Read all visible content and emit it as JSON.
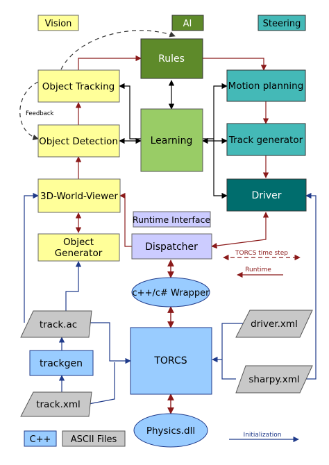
{
  "colors": {
    "vision": "#ffff99",
    "ai_dark": "#5e8a2a",
    "ai_light": "#99cc66",
    "steering": "#44b9b7",
    "driver": "#006d6d",
    "cpp": "#99ccff",
    "ascii": "#c8c8c8",
    "runtime": "#ccccff",
    "feedback_arrow": "#8b1a1a",
    "init_arrow": "#1f3a8a",
    "bidir_arrow": "#000000"
  },
  "legend_top": {
    "vision": "Vision",
    "ai": "AI",
    "steering": "Steering"
  },
  "nodes": {
    "rules": "Rules",
    "object_tracking": "Object Tracking",
    "object_detection": "Object Detection",
    "learning": "Learning",
    "motion_planning": "Motion planning",
    "track_generator": "Track generator",
    "world_viewer": "3D-World-Viewer",
    "driver": "Driver",
    "runtime_interface": "Runtime Interface",
    "dispatcher": "Dispatcher",
    "object_generator_1": "Object",
    "object_generator_2": "Generator",
    "wrapper": "c++/c# Wrapper",
    "track_ac": "track.ac",
    "driver_xml": "driver.xml",
    "trackgen": "trackgen",
    "torcs": "TORCS",
    "sharpy_xml": "sharpy.xml",
    "track_xml": "track.xml",
    "physics": "Physics.dll"
  },
  "annotations": {
    "feedback": "Feedback",
    "torcs_time_step": "TORCS time step",
    "runtime": "Runtime",
    "initialization": "Initialization"
  },
  "legend_bottom": {
    "cpp": "C++",
    "ascii": "ASCII Files"
  }
}
